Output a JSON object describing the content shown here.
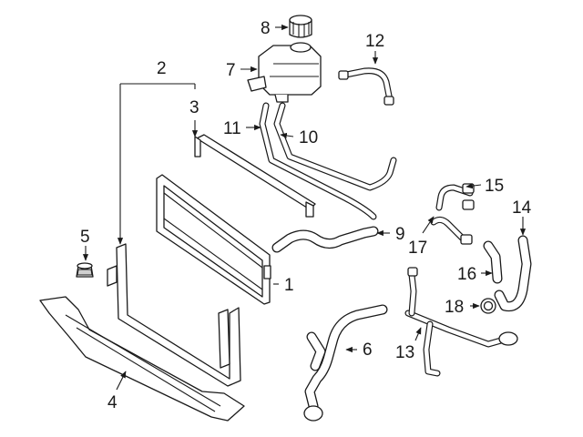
{
  "callouts": {
    "c1": "1",
    "c2": "2",
    "c3": "3",
    "c4": "4",
    "c5": "5",
    "c6": "6",
    "c7": "7",
    "c8": "8",
    "c9": "9",
    "c10": "10",
    "c11": "11",
    "c12": "12",
    "c13": "13",
    "c14": "14",
    "c15": "15",
    "c16": "16",
    "c17": "17",
    "c18": "18"
  },
  "colors": {
    "line": "#1a1a1a",
    "background": "#ffffff",
    "shade": "#cfcfcf"
  }
}
